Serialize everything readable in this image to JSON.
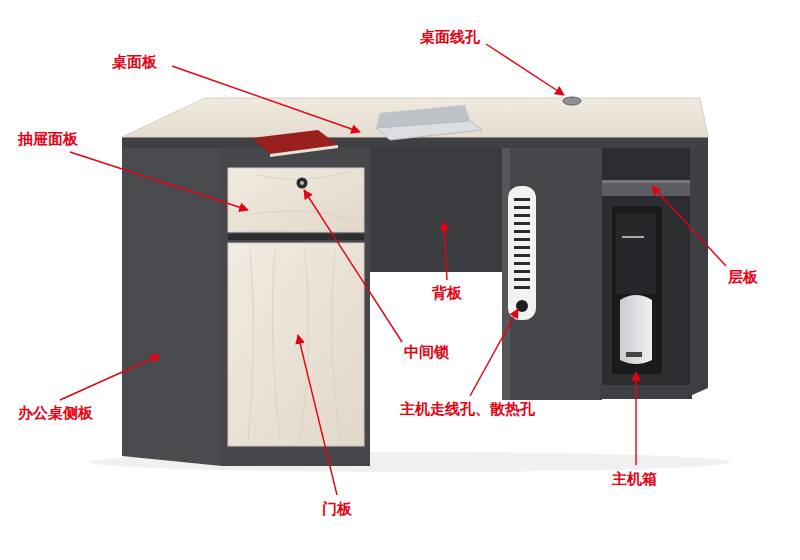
{
  "diagram": {
    "labels": [
      "桌面板",
      "桌面线孔",
      "抽屉面板",
      "背板",
      "层板",
      "中间锁",
      "办公桌侧板",
      "主机走线孔、散热孔",
      "主机箱",
      "门板"
    ]
  }
}
